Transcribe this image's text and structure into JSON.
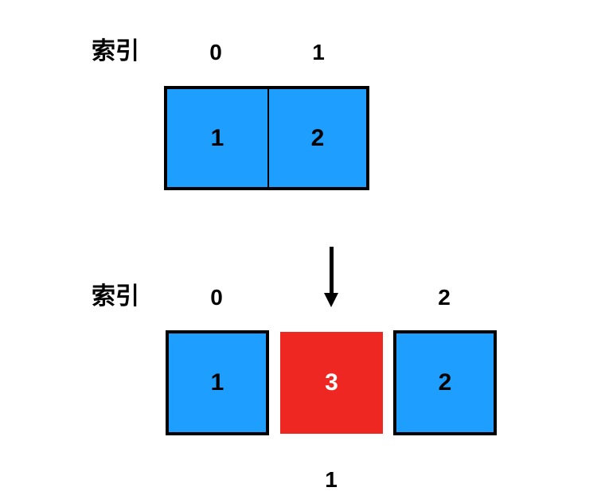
{
  "diagram": {
    "title_top_label": "索引",
    "title_bottom_label": "索引",
    "before": {
      "index_labels": [
        "0",
        "1"
      ],
      "cells": [
        {
          "value": "1",
          "color": "#1E9EFF",
          "text_color": "#000000"
        },
        {
          "value": "2",
          "color": "#1E9EFF",
          "text_color": "#000000"
        }
      ]
    },
    "after": {
      "index_labels": [
        "0",
        "",
        "2"
      ],
      "inserted_index_label": "1",
      "cells": [
        {
          "value": "1",
          "color": "#1E9EFF",
          "text_color": "#000000"
        },
        {
          "value": "3",
          "color": "#EE2722",
          "text_color": "#FFFFFF"
        },
        {
          "value": "2",
          "color": "#1E9EFF",
          "text_color": "#000000"
        }
      ]
    },
    "arrow": {
      "direction": "down"
    },
    "colors": {
      "blue": "#1E9EFF",
      "red": "#EE2722",
      "outline": "#000000",
      "background": "#FFFFFF"
    }
  }
}
